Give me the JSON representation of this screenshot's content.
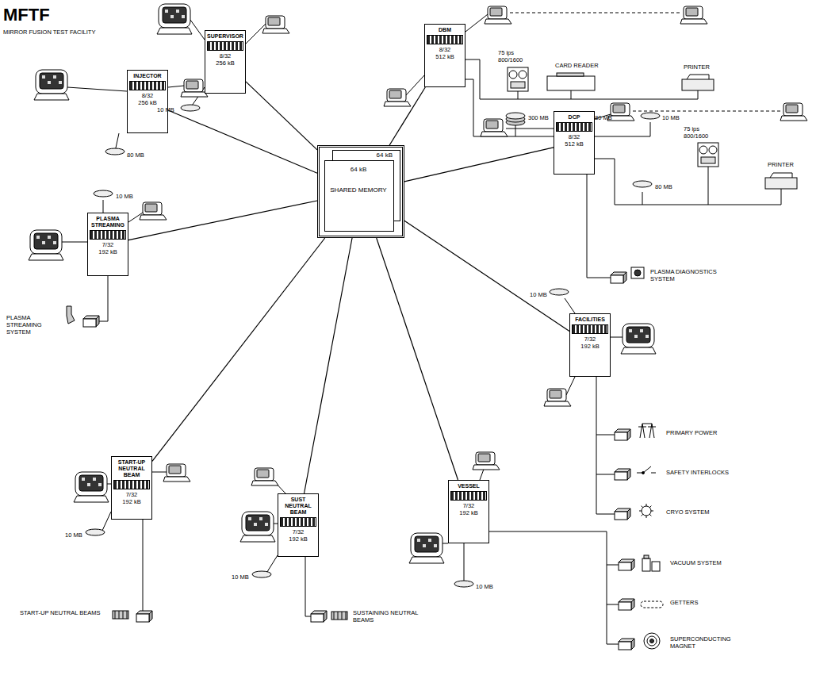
{
  "diagram": {
    "title": "MFTF",
    "nodes": [
      {
        "text": [
          "64 kB",
          "64 kB",
          "SHARED MEMORY"
        ]
      },
      {
        "text": [
          "SUPERVISOR",
          "8/32",
          "256 kB"
        ]
      },
      {
        "text": [
          "DBM",
          "8/32",
          "512 kB"
        ]
      },
      {
        "text": [
          "INJECTOR",
          "8/32",
          "256 kB"
        ]
      },
      {
        "text": [
          "DCP",
          "8/32",
          "512 kB"
        ]
      },
      {
        "text": [
          "PLASMA STREAMING",
          "7/32",
          "192 kB"
        ]
      },
      {
        "text": [
          "FACILITIES",
          "7/32",
          "192 kB"
        ]
      },
      {
        "text": [
          "START-UP NEUTRAL BEAM",
          "7/32",
          "192 kB"
        ]
      },
      {
        "text": [
          "SUST NEUTRAL BEAM",
          "7/32",
          "192 kB"
        ]
      },
      {
        "text": [
          "VESSEL",
          "7/32",
          "192 kB"
        ]
      }
    ],
    "edges": [
      {
        "from": 1,
        "to": 0,
        "arrow": "none"
      },
      {
        "from": 2,
        "to": 0,
        "arrow": "none"
      },
      {
        "from": 3,
        "to": 0,
        "arrow": "none"
      },
      {
        "from": 4,
        "to": 0,
        "arrow": "none"
      },
      {
        "from": 5,
        "to": 0,
        "arrow": "none"
      },
      {
        "from": 6,
        "to": 0,
        "arrow": "none"
      },
      {
        "from": 7,
        "to": 0,
        "arrow": "none"
      },
      {
        "from": 8,
        "to": 0,
        "arrow": "none"
      },
      {
        "from": 9,
        "to": 0,
        "arrow": "none"
      }
    ],
    "labels": [
      "MIRROR FUSION TEST FACILITY",
      "10 MB",
      "75 ips 800/1600",
      "CARD READER",
      "PRINTER",
      "300 MB",
      "80 MB",
      "10 MB",
      "80 MB",
      "75 ips 800/1600",
      "PRINTER",
      "80 MB",
      "PLASMA DIAGNOSTICS SYSTEM",
      "10 MB",
      "10 MB",
      "PLASMA STREAMING SYSTEM",
      "10 MB",
      "START-UP NEUTRAL BEAMS",
      "10 MB",
      "SUSTAINING NEUTRAL BEAMS",
      "10 MB",
      "PRIMARY POWER",
      "SAFETY INTERLOCKS",
      "CRYO SYSTEM",
      "VACUUM SYSTEM",
      "GETTERS",
      "SUPERCONDUCTING MAGNET"
    ]
  }
}
